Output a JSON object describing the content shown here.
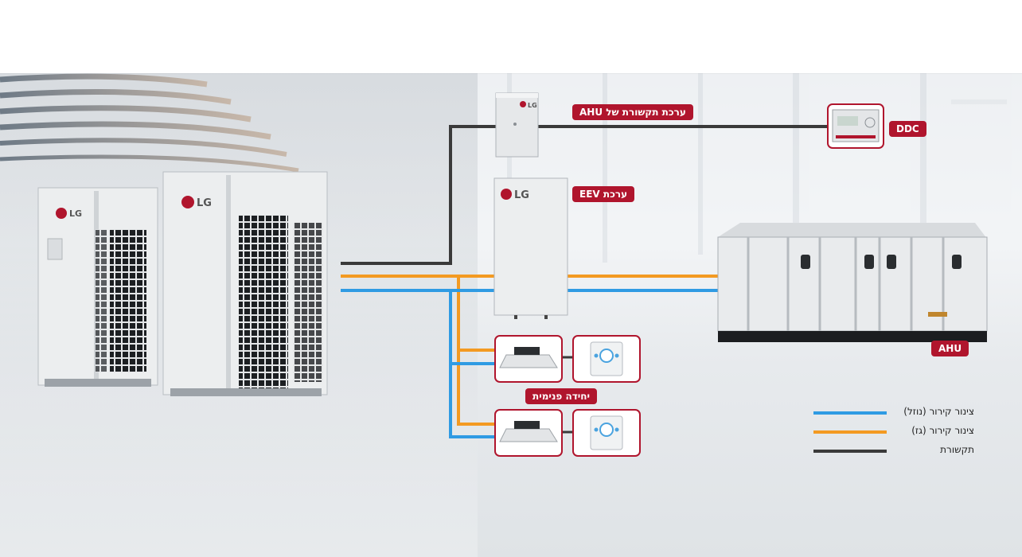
{
  "labels": {
    "comm_kit": "ערכת תקשורת של AHU",
    "ddc": "DDC",
    "eev_kit": "ערכת EEV",
    "ahu": "AHU",
    "indoor_unit": "יחידה פנימית",
    "lg_logo": "LG"
  },
  "legend": [
    {
      "label": "צינור קירור (נוזל)",
      "color": "#2f9be3"
    },
    {
      "label": "צינור קירור (גז)",
      "color": "#f39a22"
    },
    {
      "label": "תקשורת",
      "color": "#3a3a3a"
    }
  ],
  "colors": {
    "tag_bg": "#b0152d",
    "liquid_pipe": "#2f9be3",
    "gas_pipe": "#f39a22",
    "comm_line": "#3a3a3a"
  }
}
